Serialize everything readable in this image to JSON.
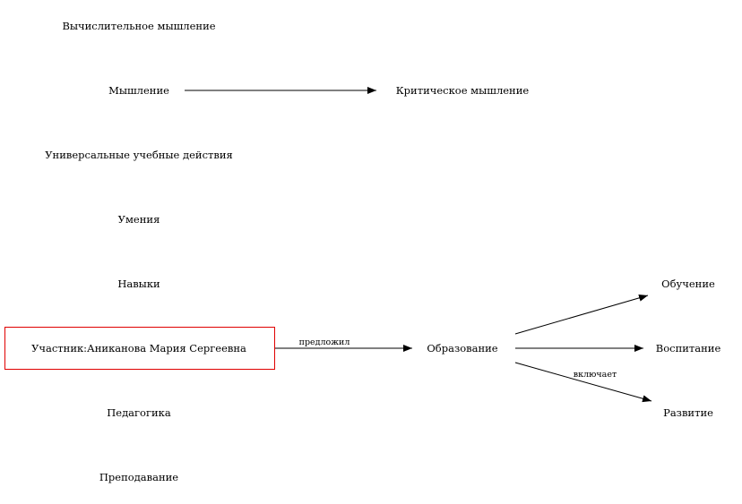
{
  "nodes": {
    "n1": "Вычислительное мышление",
    "n2": "Мышление",
    "n3": "Критическое мышление",
    "n4": "Универсальные учебные действия",
    "n5": "Умения",
    "n6": "Навыки",
    "n7": "Участник:Аникanова Мария Сергеевна",
    "n8": "Образование",
    "n9": "Обучение",
    "n10": "Воспитание",
    "n11": "Развитие",
    "n12": "Педагогика",
    "n13": "Преподавание"
  },
  "edges": {
    "proposed": "предложил",
    "includes": "включает"
  },
  "colors": {
    "highlight": "#e00000"
  }
}
